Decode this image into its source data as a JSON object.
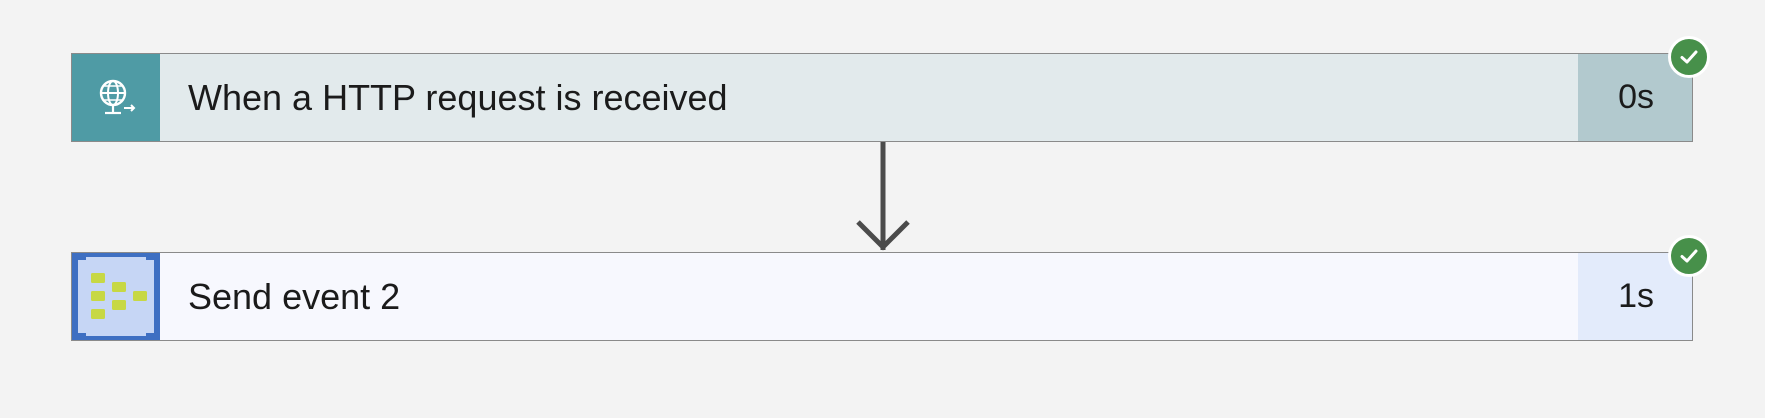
{
  "flow": {
    "steps": [
      {
        "title": "When a HTTP request is received",
        "duration": "0s",
        "status": "succeeded",
        "icon": "http-request-globe-icon",
        "icon_bg": "#4f9ba5",
        "title_bg": "#e2eaec",
        "duration_bg": "#b2c9ce"
      },
      {
        "title": "Send event 2",
        "duration": "1s",
        "status": "succeeded",
        "icon": "event-hubs-icon",
        "icon_bg": "#c6d6f5",
        "title_bg": "#f7f8fe",
        "duration_bg": "#e3ebfb"
      }
    ],
    "connector_icon": "arrow-down-icon",
    "status_icon": "checkmark-icon",
    "status_color": "#47904a",
    "background": "#f3f3f3"
  }
}
